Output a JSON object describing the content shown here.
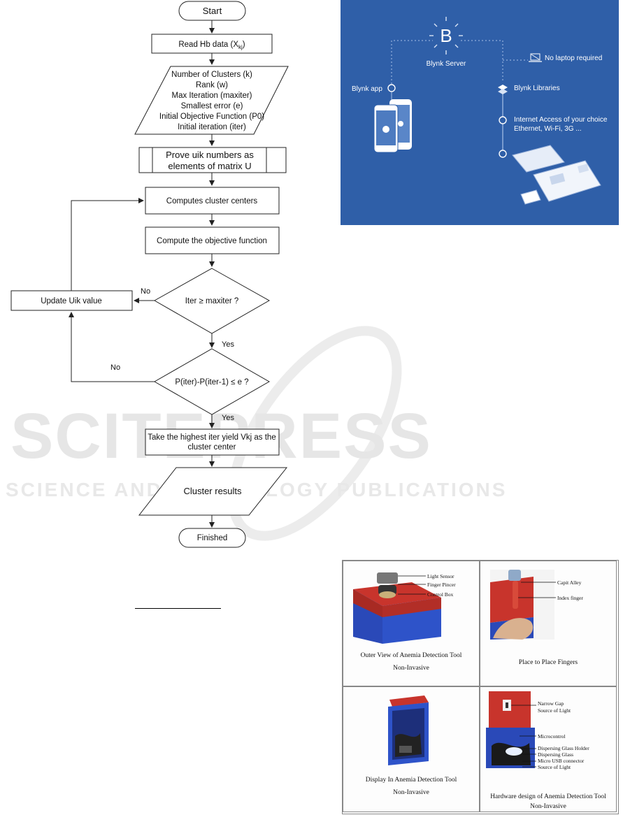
{
  "flowchart": {
    "start": "Start",
    "read_hb": "Read Hb data (X",
    "read_hb_sub": "kj",
    "read_hb_close": ")",
    "params": [
      "Number of Clusters (k)",
      "Rank (w)",
      "Max Iteration (maxiter)",
      "Smallest error (e)",
      "Initial Objective Function (P0)",
      "Initial iteration (iter)"
    ],
    "prove_lines": [
      "Prove uik numbers as",
      "elements of matrix U"
    ],
    "compute_centers": "Computes cluster centers",
    "compute_objective": "Compute the objective function",
    "decision1": "Iter ≥ maxiter ?",
    "update": "Update Uik value",
    "no1": "No",
    "yes1": "Yes",
    "decision2": "P(iter)-P(iter-1) ≤ e ?",
    "no2": "No",
    "yes2": "Yes",
    "take_lines": [
      "Take the highest iter yield Vkj as the",
      "cluster center"
    ],
    "results": "Cluster results",
    "finished": "Finished"
  },
  "blynk": {
    "logo": "B",
    "server": "Blynk Server",
    "app": "Blynk app",
    "no_laptop": "No laptop required",
    "libraries": "Blynk Libraries",
    "internet_lines": [
      "Internet Access of your choice",
      "Ethernet, Wi-Fi, 3G ..."
    ],
    "background_color": "#2f5fa8"
  },
  "device_grid": {
    "cells": [
      {
        "caption_lines": [
          "Outer View of Anemia Detection Tool",
          "Non-Invasive"
        ],
        "annotations": [
          "Light Sensor",
          "Finger Pincer",
          "Control Box"
        ]
      },
      {
        "caption_lines": [
          "Place to Place Fingers"
        ],
        "annotations": [
          "Capit Alley",
          "Index finger"
        ]
      },
      {
        "caption_lines": [
          "Display In Anemia Detection Tool",
          "Non-Invasive"
        ],
        "annotations": []
      },
      {
        "caption_lines": [
          "Hardware design of Anemia Detection Tool",
          "Non-Invasive"
        ],
        "annotations": [
          "Narrow Gap",
          "Source of Light",
          "Microcontrol",
          "Dispersing Glass Holder",
          "Dispersing Glass",
          "Micro USB connector",
          "Source of Light"
        ]
      }
    ],
    "box_red": "#c8342c",
    "box_blue": "#2a49b8"
  },
  "watermark": {
    "big": "SCITEPRESS",
    "small": "SCIENCE AND TECHNOLOGY PUBLICATIONS"
  }
}
